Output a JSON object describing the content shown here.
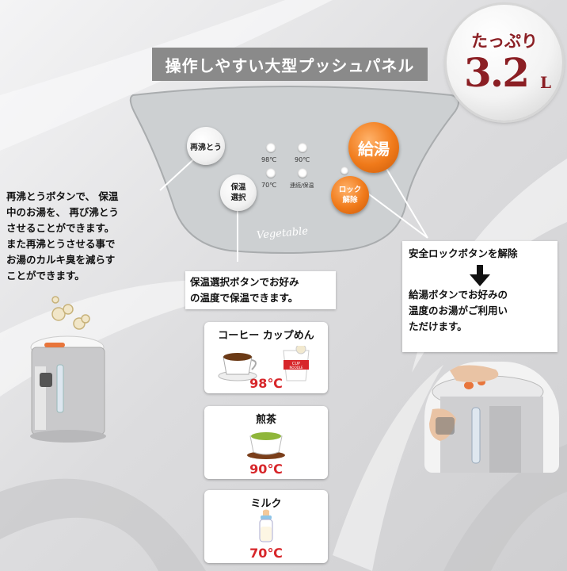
{
  "banner": {
    "text": "操作しやすい大型プッシュパネル"
  },
  "badge": {
    "line1": "たっぷり",
    "line2": "3.2",
    "unit": "L"
  },
  "panel": {
    "reboil_button": "再沸とう",
    "keepwarm_button_line1": "保温",
    "keepwarm_button_line2": "選択",
    "dispense_button": "給湯",
    "lock_button_line1": "ロック",
    "lock_button_line2": "解除",
    "temp_98": "98℃",
    "temp_90": "90℃",
    "temp_70": "70℃",
    "mode_label": "連続/保温",
    "brand": "Vegetable"
  },
  "left_note": {
    "lines": [
      "再沸とうボタンで、 保温",
      "中のお湯を、 再び沸とう",
      "させることができます。",
      "また再沸とうさせる事で",
      "お湯のカルキ臭を減らす",
      "ことができます。"
    ]
  },
  "center_note": {
    "lines": [
      "保温選択ボタンでお好み",
      "の温度で保温できます。"
    ]
  },
  "right_note": {
    "step1": "安全ロックボタンを解除",
    "step2_lines": [
      "給湯ボタンでお好みの",
      "温度のお湯がご利用い",
      "ただけます。"
    ]
  },
  "choices": [
    {
      "name": "コーヒー  カップめん",
      "temp": "98℃",
      "cup_label_1": "CUP",
      "cup_label_2": "NOODLE"
    },
    {
      "name": "煎茶",
      "temp": "90℃"
    },
    {
      "name": "ミルク",
      "temp": "70℃"
    }
  ],
  "colors": {
    "accent_orange": "#f07a1a",
    "temp_red": "#d7262a",
    "badge_red": "#8b1f24",
    "banner_gray": "#8a8a8a"
  }
}
